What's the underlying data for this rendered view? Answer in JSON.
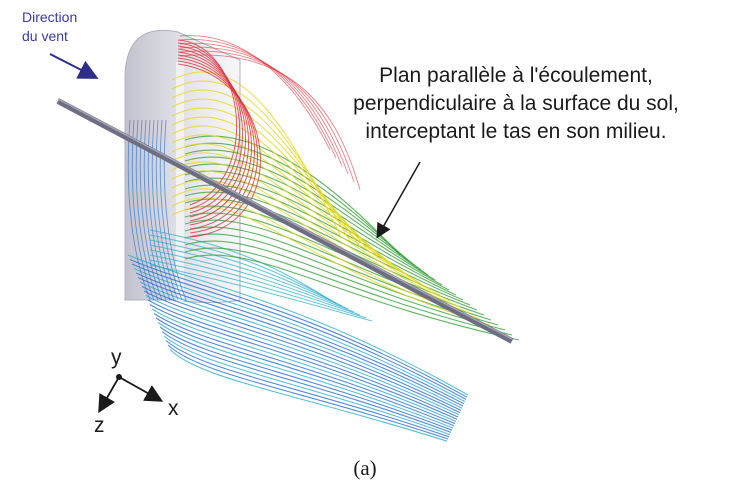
{
  "wind_label": {
    "line1": "Direction",
    "line2": "du vent"
  },
  "annotation": {
    "line1": "Plan parallèle à l'écoulement,",
    "line2": "perpendiculaire à la surface du sol,",
    "line3": "interceptant le tas en son milieu."
  },
  "axes": {
    "y": "y",
    "x": "x",
    "z": "z"
  },
  "caption": "(a)",
  "colors": {
    "wind_arrow": "#2e2e8a",
    "plane": "#6e6e82",
    "stream_red": "#e0303c",
    "stream_yellow": "#e8d820",
    "stream_green": "#3aa03c",
    "stream_cyan": "#2cb0c8",
    "stream_blue": "#2a6ed0"
  }
}
